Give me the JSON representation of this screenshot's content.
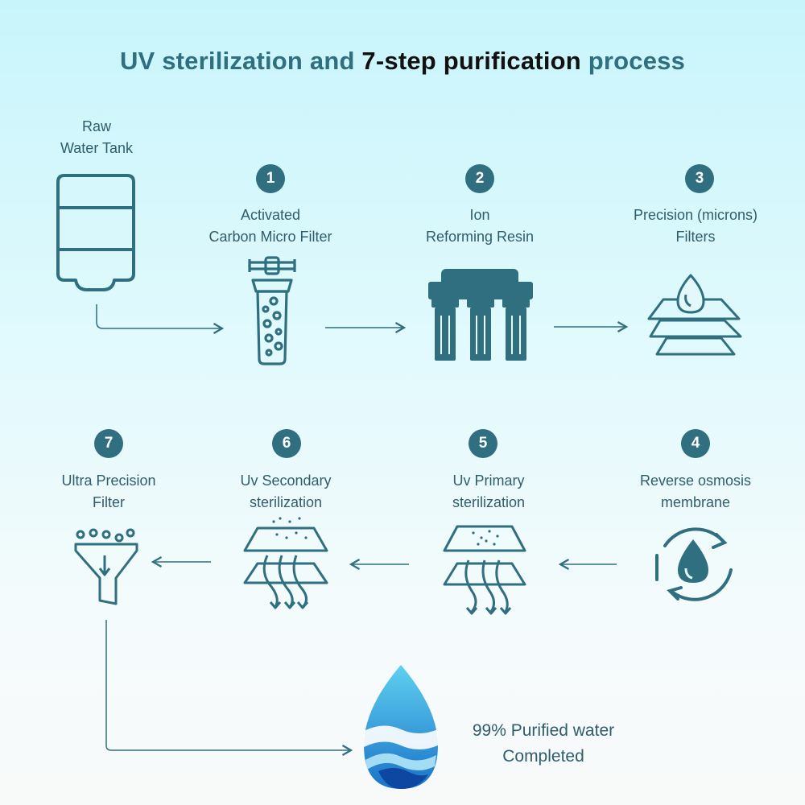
{
  "title": {
    "part1": "UV sterilization and ",
    "part2": "7-step purification",
    "part3": " process"
  },
  "raw_tank": {
    "line1": "Raw",
    "line2": "Water Tank"
  },
  "steps": [
    {
      "num": "1",
      "line1": "Activated",
      "line2": "Carbon Micro Filter"
    },
    {
      "num": "2",
      "line1": "Ion",
      "line2": "Reforming Resin"
    },
    {
      "num": "3",
      "line1": "Precision (microns)",
      "line2": "Filters"
    },
    {
      "num": "4",
      "line1": "Reverse osmosis",
      "line2": "membrane"
    },
    {
      "num": "5",
      "line1": "Uv Primary",
      "line2": "sterilization"
    },
    {
      "num": "6",
      "line1": "Uv Secondary",
      "line2": "sterilization"
    },
    {
      "num": "7",
      "line1": "Ultra Precision",
      "line2": "Filter"
    }
  ],
  "final": {
    "line1": "99% Purified water",
    "line2": "Completed"
  },
  "colors": {
    "accent": "#2f6f80",
    "title_dark": "#111111",
    "drop_light": "#4fc3e8",
    "drop_dark": "#1565c0"
  }
}
